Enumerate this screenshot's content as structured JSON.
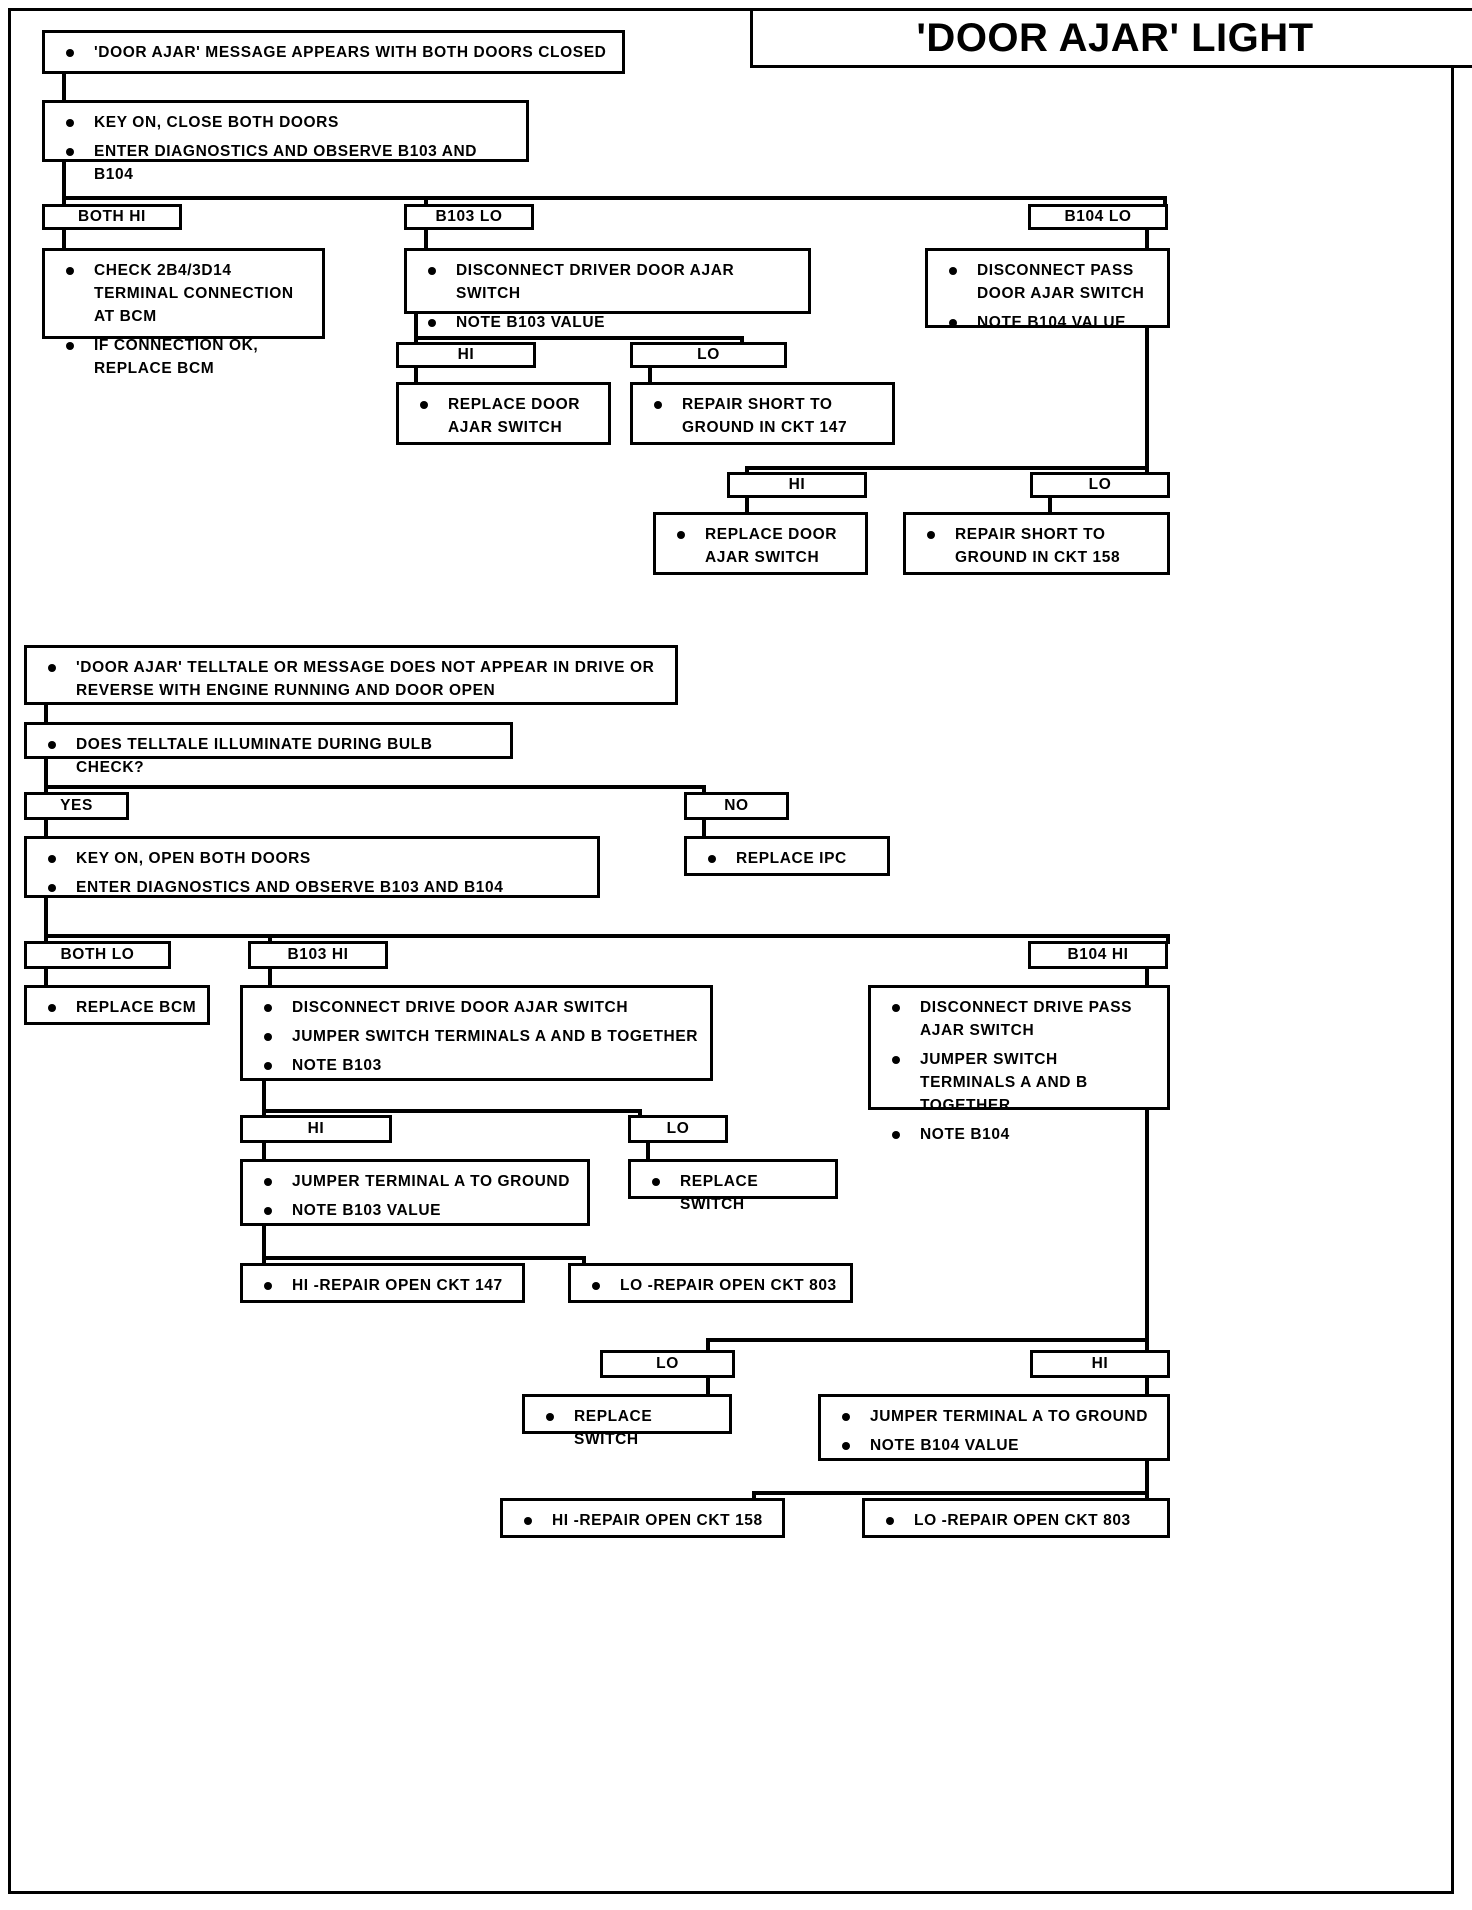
{
  "title": "'DOOR AJAR' LIGHT",
  "section1": {
    "start": {
      "bullets": [
        "'DOOR AJAR' MESSAGE APPEARS WITH BOTH DOORS CLOSED"
      ]
    },
    "step2": {
      "bullets": [
        "KEY ON, CLOSE BOTH DOORS",
        "ENTER DIAGNOSTICS AND OBSERVE B103 AND B104"
      ]
    },
    "branch_both_hi": {
      "label": "BOTH HI"
    },
    "both_hi_action": {
      "bullets": [
        "CHECK 2B4/3D14 TERMINAL CONNECTION AT BCM",
        "IF CONNECTION OK, REPLACE BCM"
      ]
    },
    "branch_b103_lo": {
      "label": "B103 LO"
    },
    "b103_lo_action": {
      "bullets": [
        "DISCONNECT DRIVER DOOR AJAR SWITCH",
        "NOTE B103 VALUE"
      ]
    },
    "b103_hi_label": {
      "label": "HI"
    },
    "b103_lo_label": {
      "label": "LO"
    },
    "b103_hi_result": {
      "bullets": [
        "REPLACE DOOR AJAR SWITCH"
      ]
    },
    "b103_lo_result": {
      "bullets": [
        "REPAIR SHORT TO GROUND IN CKT 147"
      ]
    },
    "branch_b104_lo": {
      "label": "B104 LO"
    },
    "b104_lo_action": {
      "bullets": [
        "DISCONNECT PASS DOOR AJAR SWITCH",
        "NOTE  B104 VALUE"
      ]
    },
    "b104_hi_label": {
      "label": "HI"
    },
    "b104_lo_label": {
      "label": "LO"
    },
    "b104_hi_result": {
      "bullets": [
        "REPLACE DOOR AJAR SWITCH"
      ]
    },
    "b104_lo_result": {
      "bullets": [
        "REPAIR SHORT TO GROUND IN CKT 158"
      ]
    }
  },
  "section2": {
    "start": {
      "bullets": [
        "'DOOR AJAR' TELLTALE OR MESSAGE DOES NOT APPEAR IN DRIVE OR REVERSE WITH ENGINE RUNNING AND DOOR OPEN"
      ]
    },
    "question": {
      "bullets": [
        "DOES TELLTALE ILLUMINATE DURING BULB CHECK?"
      ]
    },
    "branch_yes": {
      "label": "YES"
    },
    "branch_no": {
      "label": "NO"
    },
    "no_action": {
      "bullets": [
        "REPLACE  IPC"
      ]
    },
    "yes_action": {
      "bullets": [
        "KEY ON, OPEN BOTH DOORS",
        "ENTER DIAGNOSTICS AND OBSERVE B103 AND B104"
      ]
    },
    "branch_both_lo": {
      "label": "BOTH LO"
    },
    "both_lo_action": {
      "bullets": [
        "REPLACE BCM"
      ]
    },
    "branch_b103_hi": {
      "label": "B103 HI"
    },
    "b103_hi_action": {
      "bullets": [
        "DISCONNECT DRIVE DOOR AJAR SWITCH",
        "JUMPER SWITCH TERMINALS A AND B TOGETHER",
        "NOTE  B103"
      ]
    },
    "b103_sub_hi_label": {
      "label": "HI"
    },
    "b103_sub_lo_label": {
      "label": "LO"
    },
    "b103_sub_hi_action": {
      "bullets": [
        "JUMPER TERMINAL A TO GROUND",
        "NOTE B103 VALUE"
      ]
    },
    "b103_sub_lo_action": {
      "bullets": [
        "REPLACE SWITCH"
      ]
    },
    "b103_final_hi": {
      "bullets": [
        "HI -REPAIR OPEN CKT 147"
      ]
    },
    "b103_final_lo": {
      "bullets": [
        "LO -REPAIR OPEN CKT 803"
      ]
    },
    "branch_b104_hi": {
      "label": "B104 HI"
    },
    "b104_hi_action": {
      "bullets": [
        "DISCONNECT DRIVE PASS AJAR SWITCH",
        "JUMPER SWITCH TERMINALS A AND B TOGETHER",
        "NOTE  B104"
      ]
    },
    "b104_sub_lo_label": {
      "label": "LO"
    },
    "b104_sub_hi_label": {
      "label": "HI"
    },
    "b104_sub_lo_action": {
      "bullets": [
        "REPLACE SWITCH"
      ]
    },
    "b104_sub_hi_action": {
      "bullets": [
        "JUMPER  TERMINAL A TO GROUND",
        "NOTE B104 VALUE"
      ]
    },
    "b104_final_hi": {
      "bullets": [
        "HI -REPAIR OPEN CKT 158"
      ]
    },
    "b104_final_lo": {
      "bullets": [
        "LO -REPAIR OPEN CKT 803"
      ]
    }
  }
}
